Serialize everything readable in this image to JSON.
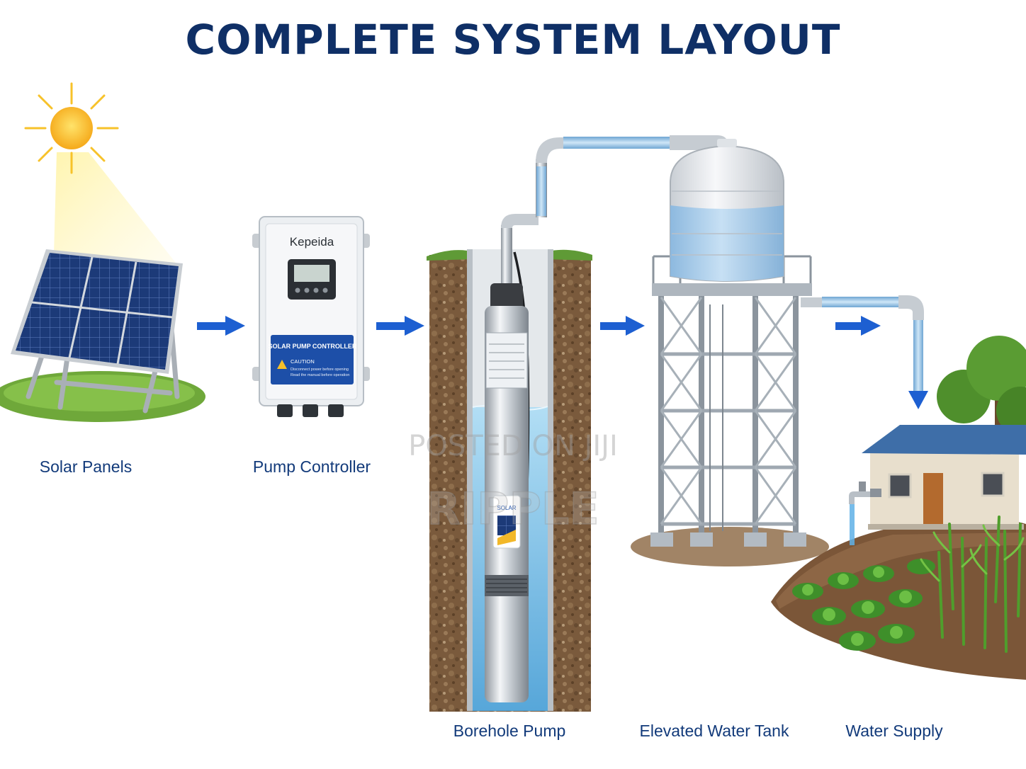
{
  "title": "COMPLETE SYSTEM LAYOUT",
  "components": [
    {
      "id": "solar",
      "label": "Solar Panels"
    },
    {
      "id": "controller",
      "label": "Pump Controller"
    },
    {
      "id": "pump",
      "label": "Borehole Pump"
    },
    {
      "id": "tank",
      "label": "Elevated Water Tank"
    },
    {
      "id": "supply",
      "label": "Water Supply"
    }
  ],
  "controller": {
    "brand": "Kepeida",
    "panel_title": "SOLAR PUMP CONTROLLER",
    "caution": "CAUTION",
    "caution_line1": "Disconnect power before opening",
    "caution_line2": "Read the manual before operation"
  },
  "pump": {
    "badge": "SOLAR"
  },
  "watermark": {
    "line1": "POSTED ON JIJI",
    "line2": "RIPPLE"
  },
  "colors": {
    "title": "#0f2f66",
    "arrow": "#1d5fd1",
    "pipe": "#8fc1e8",
    "water": "#7cc4ec",
    "soil": "#7a5a3c",
    "panel": "#1c3a78",
    "steel": "#9aa3ad"
  }
}
